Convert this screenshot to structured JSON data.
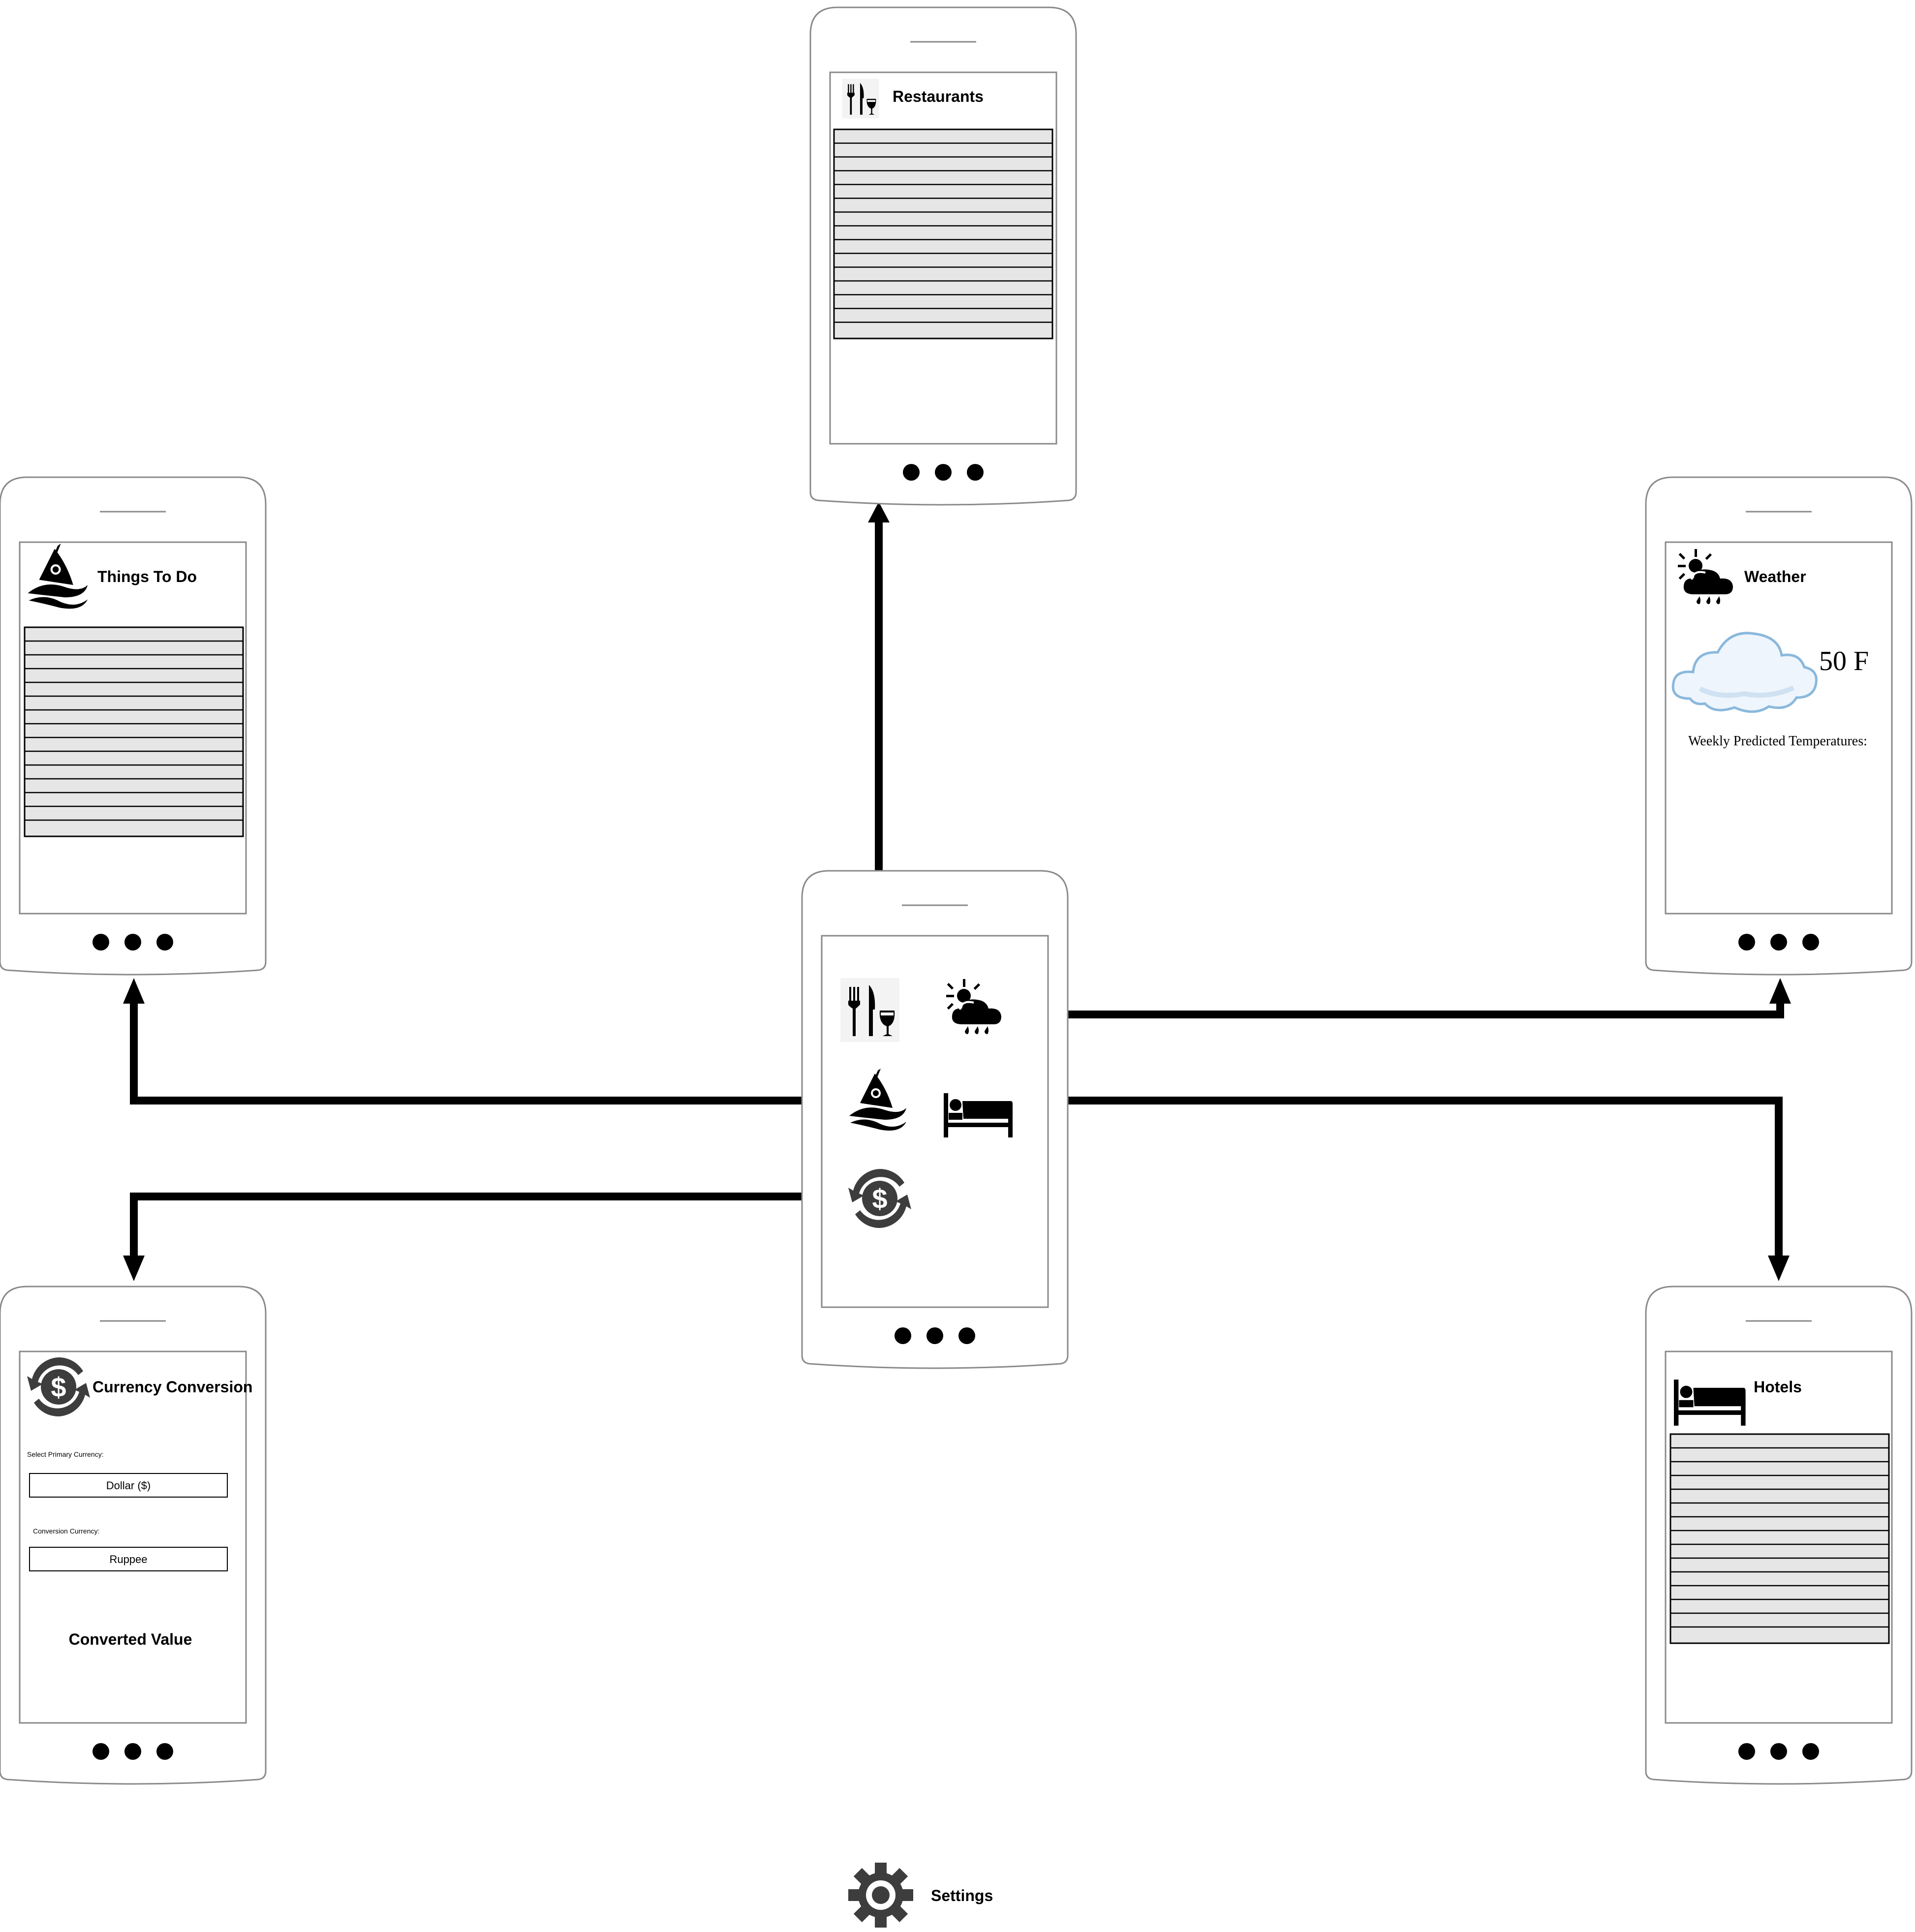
{
  "screens": {
    "restaurants": {
      "title": "Restaurants"
    },
    "things_to_do": {
      "title": "Things To Do"
    },
    "weather": {
      "title": "Weather",
      "temperature": "50 F",
      "weekly_label": "Weekly Predicted Temperatures:"
    },
    "currency": {
      "title": "Currency Conversion",
      "primary_label": "Select Primary Currency:",
      "primary_value": "Dollar ($)",
      "conversion_label": "Conversion Currency:",
      "conversion_value": "Ruppee",
      "converted_value_label": "Converted Value"
    },
    "hotels": {
      "title": "Hotels"
    }
  },
  "settings": {
    "label": "Settings"
  },
  "icons": [
    "restaurant-icon",
    "weather-icon",
    "kayak-icon",
    "bed-icon",
    "currency-exchange-icon",
    "gear-icon"
  ]
}
